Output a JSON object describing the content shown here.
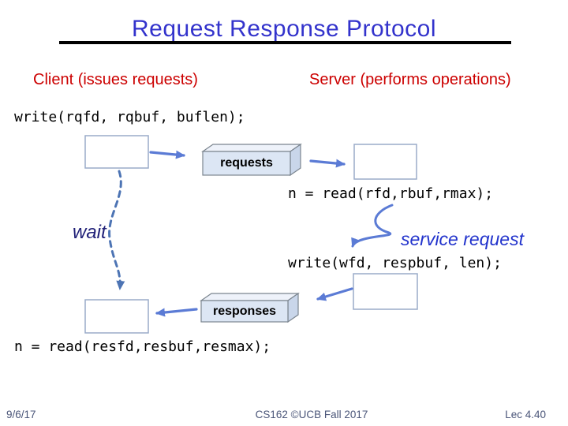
{
  "slide": {
    "title": "Request Response Protocol",
    "client_header": "Client (issues requests)",
    "server_header": "Server (performs operations)",
    "code": {
      "client_write": "write(rqfd, rqbuf, buflen);",
      "server_read": "n = read(rfd,rbuf,rmax);",
      "server_write": "write(wfd, respbuf, len);",
      "client_read": "n = read(resfd,resbuf,resmax);"
    },
    "labels": {
      "wait": "wait",
      "service_request": "service request",
      "requests_queue": "requests",
      "responses_queue": "responses"
    },
    "footer": {
      "date": "9/6/17",
      "course": "CS162 ©UCB Fall 2017",
      "lecture": "Lec 4.40"
    },
    "colors": {
      "title_blue": "#3333cc",
      "header_red": "#cc0000",
      "arrow_blue": "#5b7bd5",
      "dashed_arrow_blue": "#4d74b4",
      "wait_navy": "#1f1f77",
      "service_request_blue": "#2233cc",
      "queue_fill": "#dce6f4",
      "queue_top_fill": "#eef2fa",
      "queue_side_fill": "#c9d6ea",
      "queue_border": "#7b858f",
      "process_box_border": "#9aabc9",
      "footer_text": "#4a5578",
      "underline_black": "#000000"
    }
  }
}
